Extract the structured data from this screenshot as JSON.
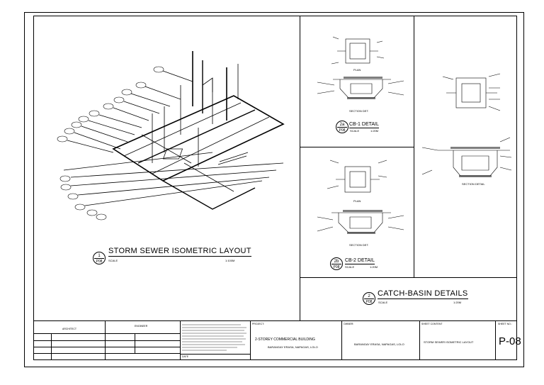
{
  "sheet": {
    "number": "P-08",
    "sheet_no_label": "SHEET NO.:",
    "sheet_content_label": "SHEET CONTENT",
    "sheet_content": "STORM SEWER ISOMETRIC LAYOUT"
  },
  "drawings": {
    "iso": {
      "num": "1",
      "ref": "P08",
      "title": "STORM SEWER ISOMETRIC LAYOUT",
      "scale_label": "SCALE",
      "scale": "1:100M"
    },
    "cb1": {
      "num": "2a",
      "ref": "P08",
      "title": "CB-1 DETAIL",
      "scale_label": "SCALE",
      "scale": "1:20M"
    },
    "cb2": {
      "num": "2b",
      "ref": "P08",
      "title": "CB-2 DETAIL",
      "scale_label": "SCALE",
      "scale": "1:20M"
    },
    "catch": {
      "num": "2",
      "ref": "P08",
      "title": "CATCH-BASIN DETAILS",
      "scale_label": "SCALE",
      "scale": "1:20M"
    }
  },
  "sublabels": {
    "plan": "PLAN",
    "section": "SECTION DET.",
    "section_detail": "SECTION DETAIL"
  },
  "title_block": {
    "architect_label": "ARCHITECT",
    "engineer_label": "ENGINEER",
    "project_label": "PROJECT:",
    "project_name": "2-STOREY COMMERCIAL BUILDING",
    "owner_label": "OWNER:",
    "date_label": "DATE",
    "location": "BARANGAY ERASA, NAPAGAS, LOLO"
  }
}
